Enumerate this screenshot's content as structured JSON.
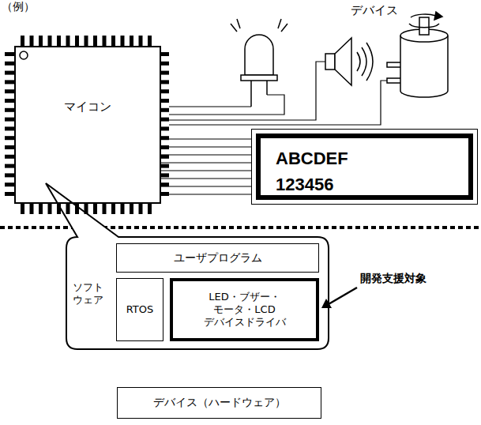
{
  "diagram": {
    "nodes": [
      {
        "text": [
          "マイコン"
        ]
      },
      {
        "text": [
          "ABCDEF 123456"
        ]
      },
      {
        "text": [
          "ソフト ウェア"
        ]
      },
      {
        "text": [
          "ユーザプログラム"
        ],
        "in": 2
      },
      {
        "text": [
          "RTOS"
        ],
        "in": 2
      },
      {
        "text": [
          "LED・ブザー・ モータ・LCD デバイスドライバ"
        ],
        "in": 2
      },
      {
        "text": [
          "デバイス（ハードウェア）"
        ]
      }
    ],
    "edges": [
      {
        "from": 0,
        "to": 1,
        "arrow": "none"
      },
      {
        "from": 0,
        "to": 1,
        "arrow": "none"
      },
      {
        "from": 0,
        "to": 1,
        "arrow": "none"
      },
      {
        "from": 0,
        "to": 1,
        "arrow": "none"
      },
      {
        "from": 0,
        "to": 1,
        "arrow": "none"
      },
      {
        "from": 0,
        "to": 1,
        "arrow": "none"
      },
      {
        "from": 0,
        "to": 1,
        "arrow": "none"
      },
      {
        "from": 0,
        "to": 1,
        "arrow": "none"
      }
    ],
    "labels": [
      "（例）",
      "デバイス",
      "開発支援対象"
    ]
  }
}
